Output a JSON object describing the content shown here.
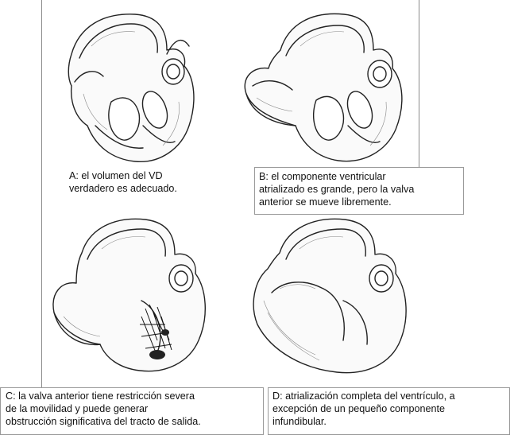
{
  "panels": [
    {
      "id": "A",
      "caption_lines": [
        "A: el volumen del VD",
        "verdadero es adecuado."
      ]
    },
    {
      "id": "B",
      "caption_lines": [
        "B: el componente ventricular",
        "atrializado es grande, pero la valva",
        "anterior se mueve libremente."
      ]
    },
    {
      "id": "C",
      "caption_lines": [
        "C: la valva anterior tiene restricción severa",
        "de la movilidad y puede generar",
        "obstrucción significativa del tracto de salida."
      ]
    },
    {
      "id": "D",
      "caption_lines": [
        "D: atrialización completa del ventrículo, a",
        "excepción de un pequeño componente",
        "infundibular."
      ]
    }
  ]
}
